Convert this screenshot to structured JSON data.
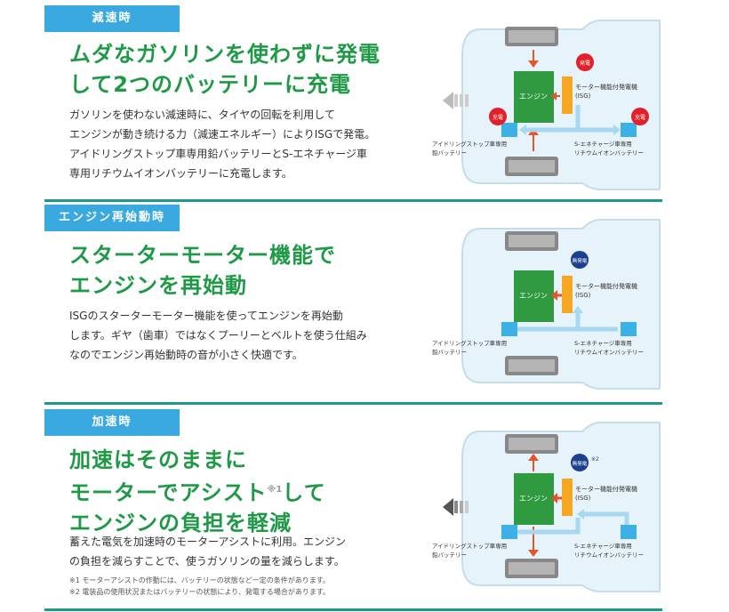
{
  "sections": [
    {
      "tag": "減速時",
      "headline": [
        "ムダなガソリンを使わずに発電",
        "して2つのバッテリーに充電"
      ],
      "body": [
        "ガソリンを使わない減速時に、タイヤの回転を利用して",
        "エンジンが動き続ける力（減速エネルギー）によりISGで発電。",
        "アイドリングストップ車専用鉛バッテリーとS-エネチャージ車",
        "専用リチウムイオンバッテリーに充電します。"
      ],
      "diagram": {
        "engine": "エンジン",
        "isg_line1": "モーター機能付発電機",
        "isg_line2": "(ISG)",
        "lead_line1": "アイドリングストップ車専用",
        "lead_line2": "鉛バッテリー",
        "li_line1": "S-エネチャージ車専用",
        "li_line2": "リチウムイオンバッテリー",
        "isg_badge": "発電",
        "lead_badge": "充電",
        "li_badge": "充電"
      }
    },
    {
      "tag": "エンジン再始動時",
      "headline": [
        "スターターモーター機能で",
        "エンジンを再始動"
      ],
      "body": [
        "ISGのスターターモーター機能を使ってエンジンを再始動",
        "します。ギヤ（歯車）ではなくプーリーとベルトを使う仕組み",
        "なのでエンジン再始動時の音が小さく快適です。"
      ],
      "diagram": {
        "engine": "エンジン",
        "isg_line1": "モーター機能付発電機",
        "isg_line2": "(ISG)",
        "lead_line1": "アイドリングストップ車専用",
        "lead_line2": "鉛バッテリー",
        "li_line1": "S-エネチャージ車専用",
        "li_line2": "リチウムイオンバッテリー",
        "isg_badge": "無発電"
      }
    },
    {
      "tag": "加速時",
      "headline": [
        "加速はそのままに",
        "モーターでアシスト",
        "エンジンの負担を軽減"
      ],
      "headline_sup": "※1",
      "headline_tail": "して",
      "body": [
        "蓄えた電気を加速時のモーターアシストに利用。エンジン",
        "の負担を減らすことで、使うガソリンの量を減らします。"
      ],
      "notes": [
        "※1 モーターアシストの作動には、バッテリーの状態など一定の条件があります。",
        "※2 電装品の使用状況またはバッテリーの状態により、発電する場合があります。"
      ],
      "diagram": {
        "engine": "エンジン",
        "isg_line1": "モーター機能付発電機",
        "isg_line2": "(ISG)",
        "lead_line1": "アイドリングストップ車専用",
        "lead_line2": "鉛バッテリー",
        "li_line1": "S-エネチャージ車専用",
        "li_line2": "リチウムイオンバッテリー",
        "isg_badge": "無発電",
        "isg_badge_note": "※2"
      }
    }
  ],
  "colors": {
    "tag_bg": "#39a9e0",
    "headline": "#1e9a46",
    "divider": "#1a9a87",
    "engine": "#2f9a3f",
    "isg": "#f5a623",
    "battery": "#3db0e6",
    "badge_red": "#e0202a",
    "badge_navy": "#1d3f8f",
    "arrow_orange": "#e8542a",
    "arrow_blue": "#a8d8ef"
  }
}
